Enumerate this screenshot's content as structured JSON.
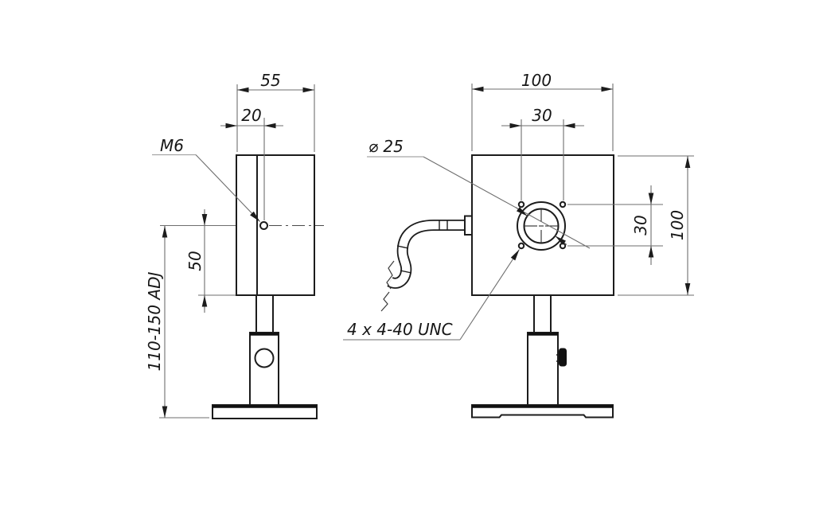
{
  "colors": {
    "outline": "#1c1c1c",
    "dim_line": "#6e6e6e",
    "leader_underline": "#a6a6a6",
    "text": "#161616",
    "background": "#ffffff"
  },
  "side_view": {
    "dim_width": "55",
    "dim_hole_offset": "20",
    "thread_label": "M6",
    "dim_axis_to_body_bottom": "50",
    "dim_height_adjust": "110-150 ADJ"
  },
  "front_view": {
    "dim_width": "100",
    "dim_hole_spacing_horizontal": "30",
    "aperture_label": "⌀ 25",
    "mount_holes_label": "4 x 4-40 UNC",
    "dim_hole_spacing_vertical": "30",
    "dim_height": "100"
  }
}
